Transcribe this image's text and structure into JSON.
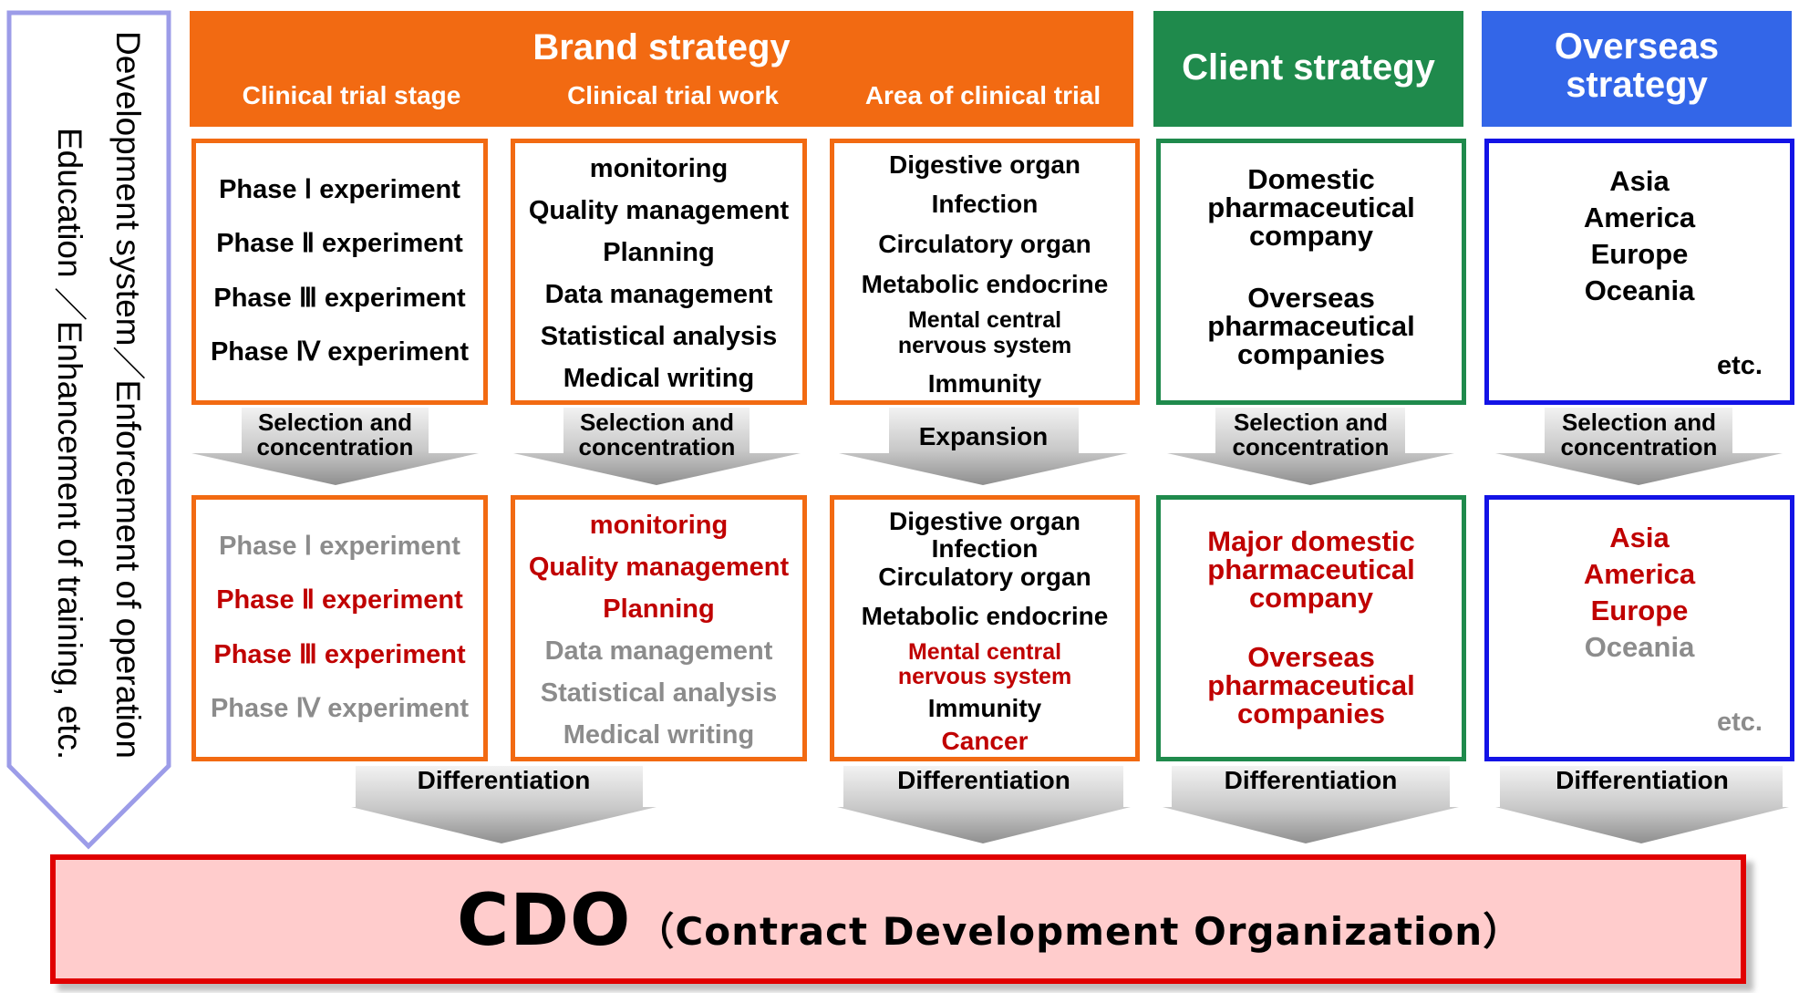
{
  "side_arrow": {
    "line1": "Development system／Enforcement of operation",
    "line2": "Education ／Enhancement of training, etc."
  },
  "brand": {
    "title": "Brand strategy",
    "sub1": "Clinical trial stage",
    "sub2": "Clinical trial work",
    "sub3": "Area of clinical trial"
  },
  "client": {
    "title": "Client strategy"
  },
  "overseas": {
    "title_line1": "Overseas",
    "title_line2": "strategy"
  },
  "top_boxes": {
    "stage": [
      "Phase Ⅰ experiment",
      "Phase Ⅱ experiment",
      "Phase Ⅲ experiment",
      "Phase Ⅳ experiment"
    ],
    "work": [
      "monitoring",
      "Quality management",
      "Planning",
      "Data management",
      "Statistical analysis",
      "Medical writing"
    ],
    "area": [
      "Digestive organ",
      "Infection",
      "Circulatory organ",
      "Metabolic endocrine",
      "Mental central",
      "nervous system",
      "Immunity"
    ],
    "client": [
      "Domestic",
      "pharmaceutical",
      "company",
      "Overseas",
      "pharmaceutical",
      "companies"
    ],
    "overseas": [
      "Asia",
      "America",
      "Europe",
      "Oceania",
      "etc."
    ]
  },
  "mid_arrows": {
    "selection_line1": "Selection and",
    "selection_line2": "concentration",
    "expansion": "Expansion"
  },
  "bottom_boxes": {
    "stage": [
      "Phase Ⅰ experiment",
      "Phase Ⅱ experiment",
      "Phase Ⅲ experiment",
      "Phase Ⅳ experiment"
    ],
    "work": [
      "monitoring",
      "Quality management",
      "Planning",
      "Data management",
      "Statistical analysis",
      "Medical writing"
    ],
    "area": [
      "Digestive organ",
      "Infection",
      "Circulatory organ",
      "Metabolic endocrine",
      "Mental central",
      "nervous system",
      "Immunity",
      "Cancer"
    ],
    "client": [
      "Major domestic",
      "pharmaceutical",
      "company",
      "Overseas",
      "pharmaceutical",
      "companies"
    ],
    "overseas": [
      "Asia",
      "America",
      "Europe",
      "Oceania",
      "etc."
    ]
  },
  "bottom_arrows": {
    "label": "Differentiation"
  },
  "cdo": {
    "abbr": "CDO",
    "full": "（Contract Development Organization）"
  },
  "colors": {
    "orange": "#F26A12",
    "green": "#1F8A4C",
    "blue": "#1313E6",
    "highlight_red": "#C00000",
    "dim_gray": "#8C8C8C",
    "cdo_fill": "#FFCCCC",
    "cdo_border": "#E00000"
  }
}
